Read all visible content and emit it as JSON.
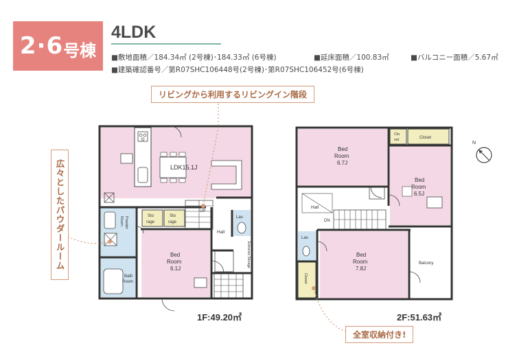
{
  "badge": {
    "number": "2·6",
    "suffix": "号棟"
  },
  "plan_type": "4LDK",
  "specs": {
    "line1_a": "■敷地面積／184.34㎡ (2号棟)･184.33㎡ (6号棟)",
    "line1_b": "■延床面積／100.83㎡",
    "line1_c": "■バルコニー面積／5.67㎡",
    "line2": "■建築確認番号／第R07SHC106448号(2号棟)･第R07SHC106452号(6号棟)"
  },
  "callouts": {
    "top": "リビングから利用するリビングイン階段",
    "left": "広々としたパウダールーム",
    "bottom": "全室収納付き!"
  },
  "floor1": {
    "area": "1F:49.20㎡",
    "rooms": {
      "ldk": "LDK15.1J",
      "bed_line1": "Bed",
      "bed_line2": "Room",
      "bed_size": "6.1J",
      "sto1_a": "Sto",
      "sto1_b": "rage",
      "sto2_a": "Sto",
      "sto2_b": "rage",
      "powder_a": "Powder",
      "powder_b": "Room",
      "bath_a": "Bath",
      "bath_b": "Room",
      "hall": "Hall",
      "lav": "Lav.",
      "up": "UP",
      "entrance_storage": "Entrance Storage"
    }
  },
  "floor2": {
    "area": "2F:51.63㎡",
    "rooms": {
      "bed1_a": "Bed",
      "bed1_b": "Room",
      "bed1_c": "6.7J",
      "bed2_a": "Bed",
      "bed2_b": "Room",
      "bed2_c": "6.5J",
      "bed3_a": "Bed",
      "bed3_b": "Room",
      "bed3_c": "7.8J",
      "clo_a": "Clo",
      "clo_b": "set",
      "closet_top": "Closet",
      "closet_side": "Closet",
      "hall": "Hall",
      "dn": "DN",
      "lav": "Lav.",
      "balcony": "Balcony"
    }
  },
  "compass": "N",
  "colors": {
    "badge": "#e7837e",
    "room_pink": "#f4d8e6",
    "wet_blue": "#cfe4f0",
    "storage_yellow": "#f3eec0",
    "callout": "#d59a78",
    "wall": "#333333"
  }
}
